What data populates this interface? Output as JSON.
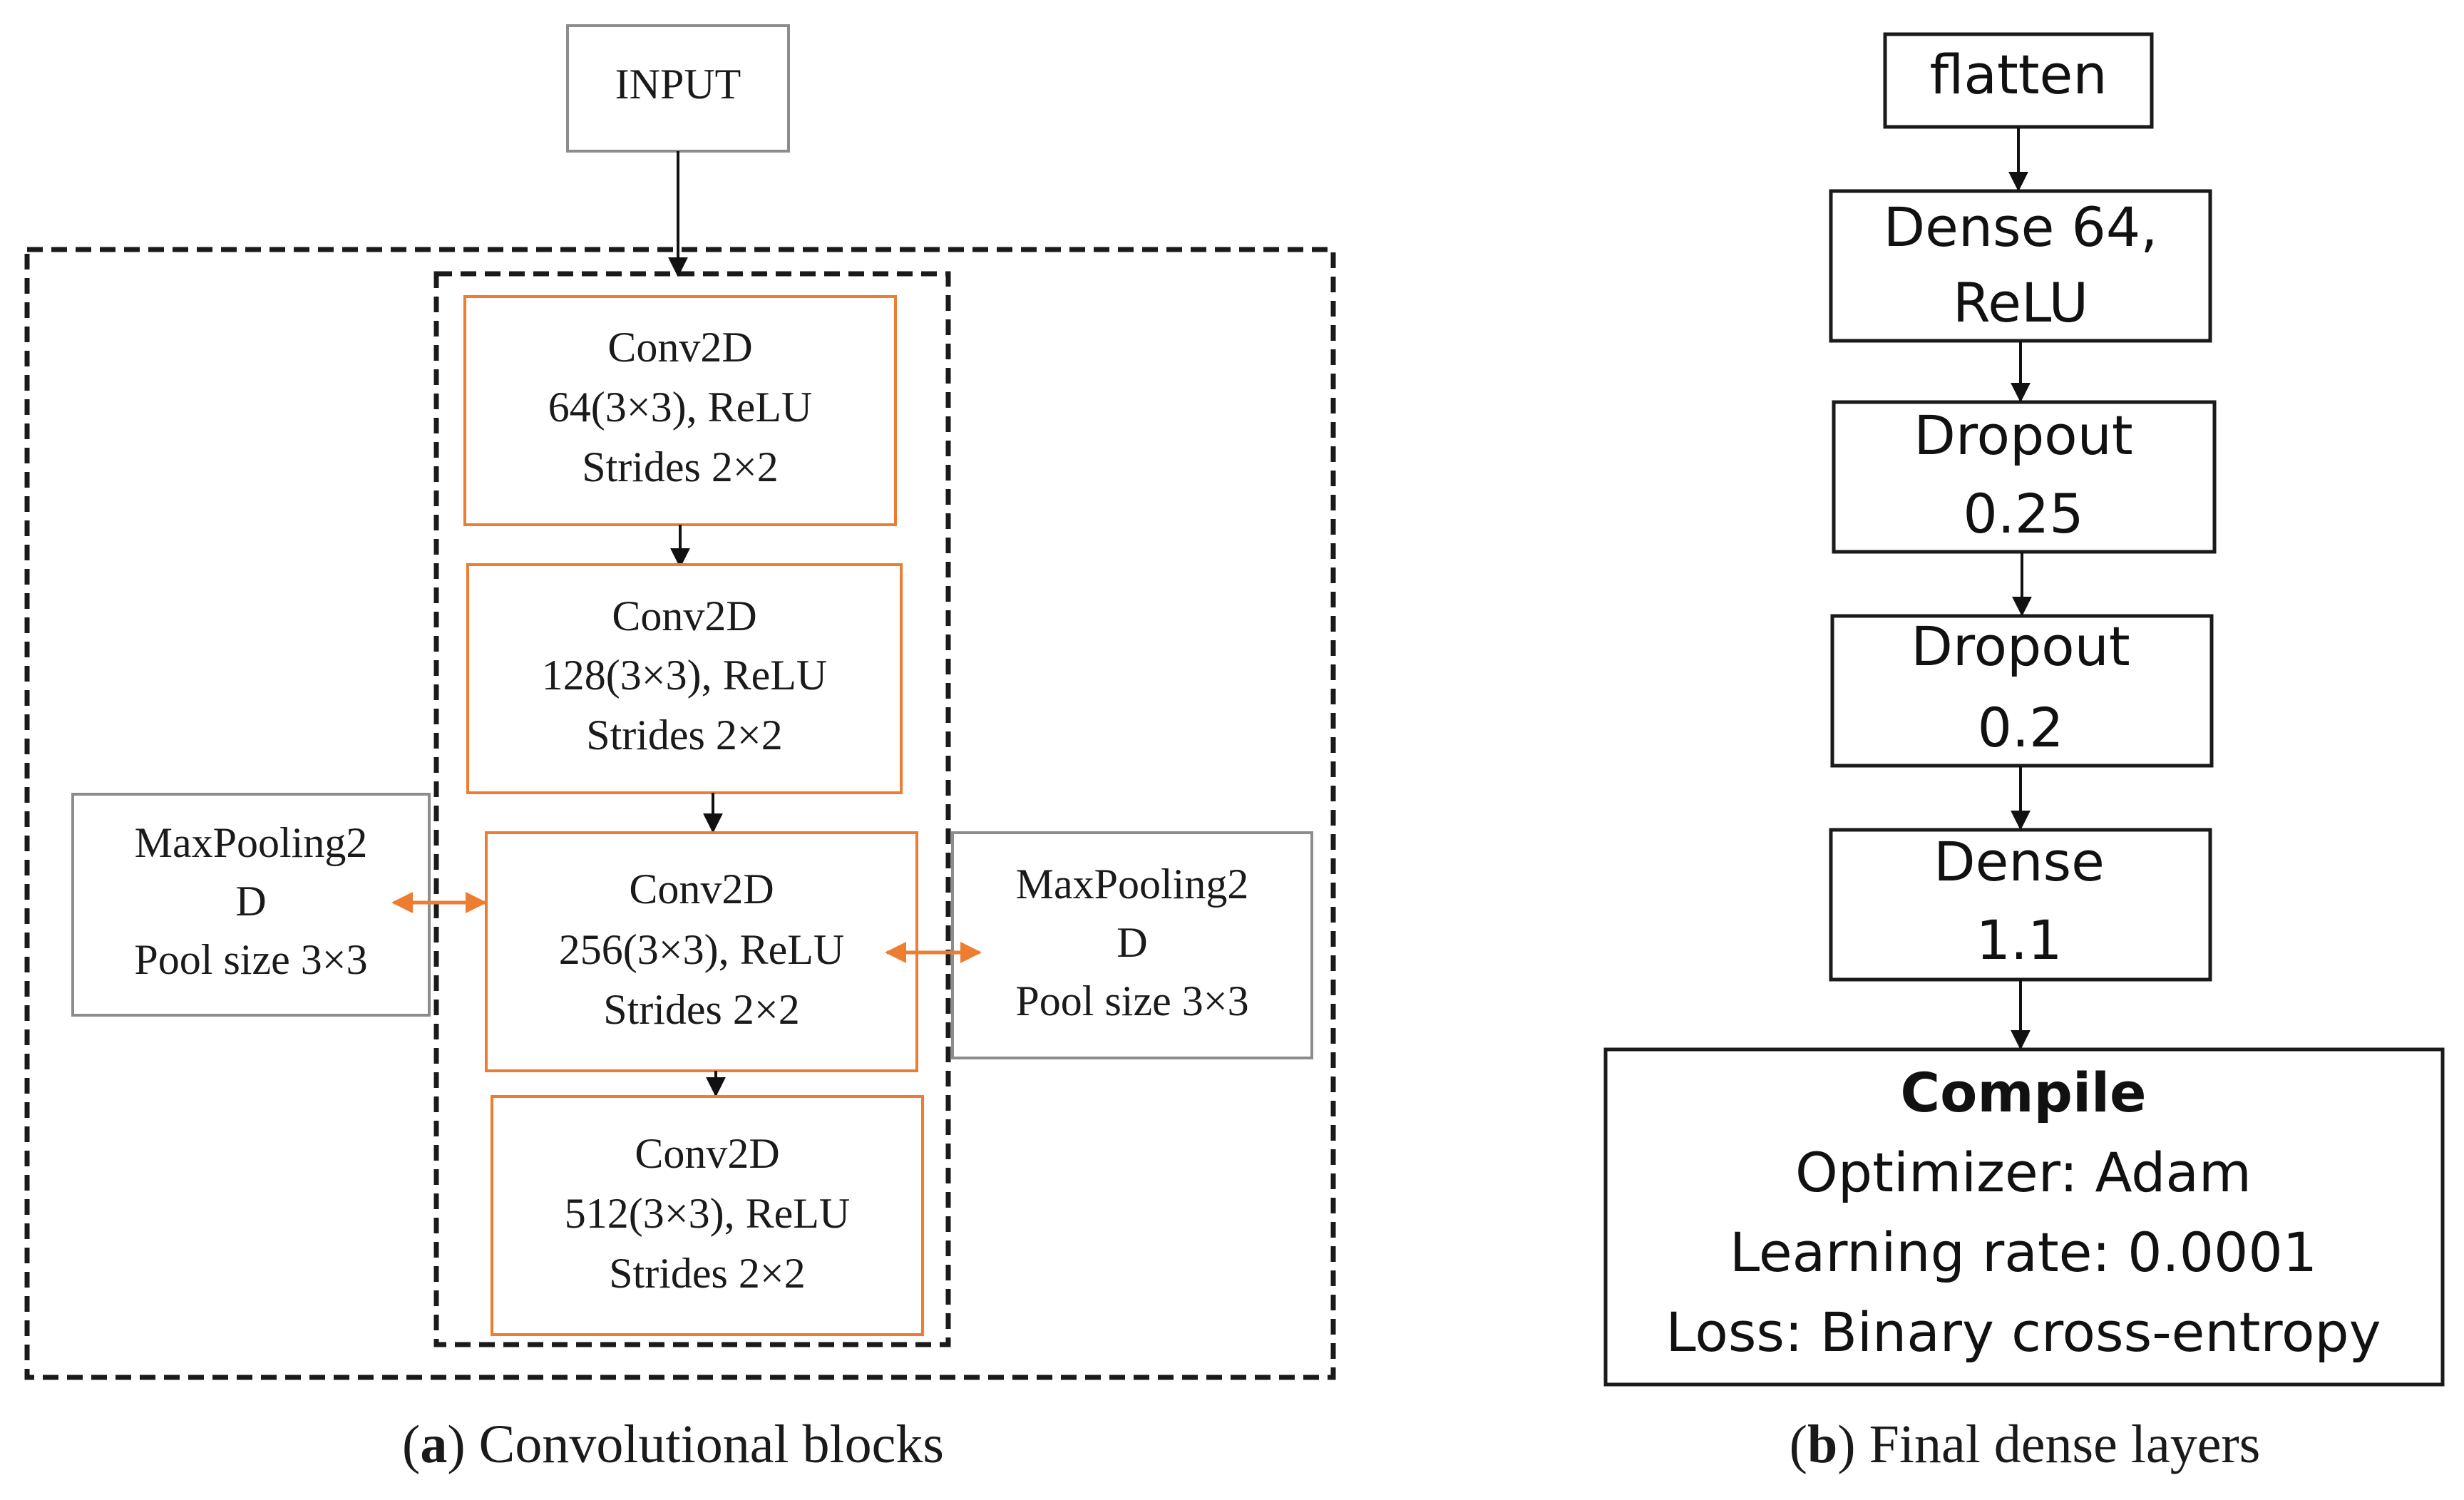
{
  "panel_a": {
    "input": "INPUT",
    "conv_blocks": [
      {
        "line1": "Conv2D",
        "line2": "64(3×3), ReLU",
        "line3": "Strides 2×2"
      },
      {
        "line1": "Conv2D",
        "line2": "128(3×3), ReLU",
        "line3": "Strides 2×2"
      },
      {
        "line1": "Conv2D",
        "line2": "256(3×3), ReLU",
        "line3": "Strides 2×2"
      },
      {
        "line1": "Conv2D",
        "line2": "512(3×3), ReLU",
        "line3": "Strides 2×2"
      }
    ],
    "maxpool_left": {
      "line1": "MaxPooling2",
      "line2": "D",
      "line3": "Pool size 3×3"
    },
    "maxpool_right": {
      "line1": "MaxPooling2",
      "line2": "D",
      "line3": "Pool size 3×3"
    },
    "caption_letter": "a",
    "caption_text": "Convolutional blocks"
  },
  "panel_b": {
    "flatten": "flatten",
    "dense64": {
      "line1": "Dense 64,",
      "line2": "ReLU"
    },
    "dropout1": {
      "line1": "Dropout",
      "line2": "0.25"
    },
    "dropout2": {
      "line1": "Dropout",
      "line2": "0.2"
    },
    "dense_out": {
      "line1": "Dense",
      "line2": "1.1"
    },
    "compile": {
      "title": "Compile",
      "optimizer": "Optimizer: Adam",
      "learning_rate": "Learning rate: 0.0001",
      "loss": "Loss: Binary cross-entropy"
    },
    "caption_letter": "b",
    "caption_text": "Final dense layers"
  },
  "colors": {
    "conv_border": "#ed7d31",
    "pool_border": "#8c8c8c",
    "double_arrow": "#ed7d31",
    "dense_border": "#1a1a1a"
  }
}
